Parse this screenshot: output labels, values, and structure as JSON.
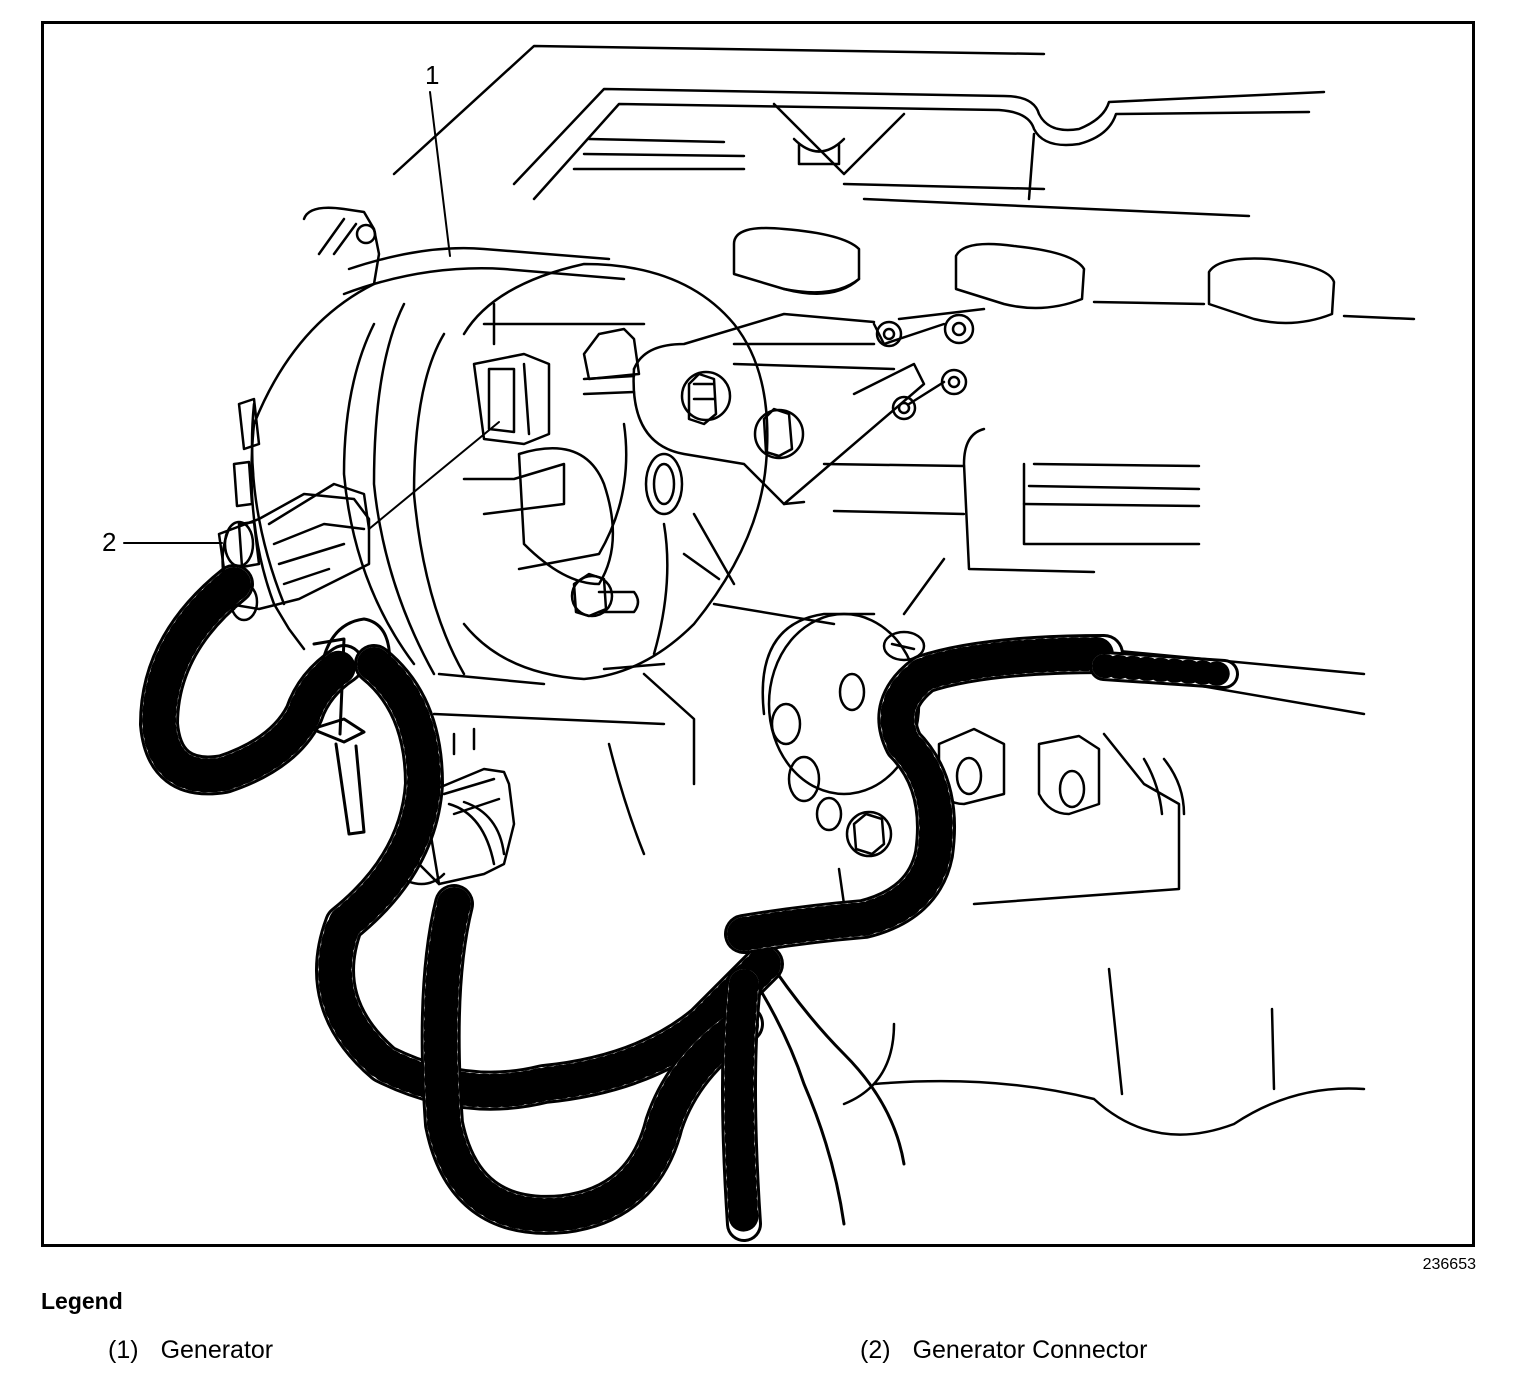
{
  "figure": {
    "callouts": [
      {
        "label": "1"
      },
      {
        "label": "2"
      }
    ],
    "figure_id": "236653"
  },
  "legend": {
    "title": "Legend",
    "items": [
      {
        "number": "(1)",
        "text": "Generator"
      },
      {
        "number": "(2)",
        "text": "Generator Connector"
      }
    ]
  }
}
